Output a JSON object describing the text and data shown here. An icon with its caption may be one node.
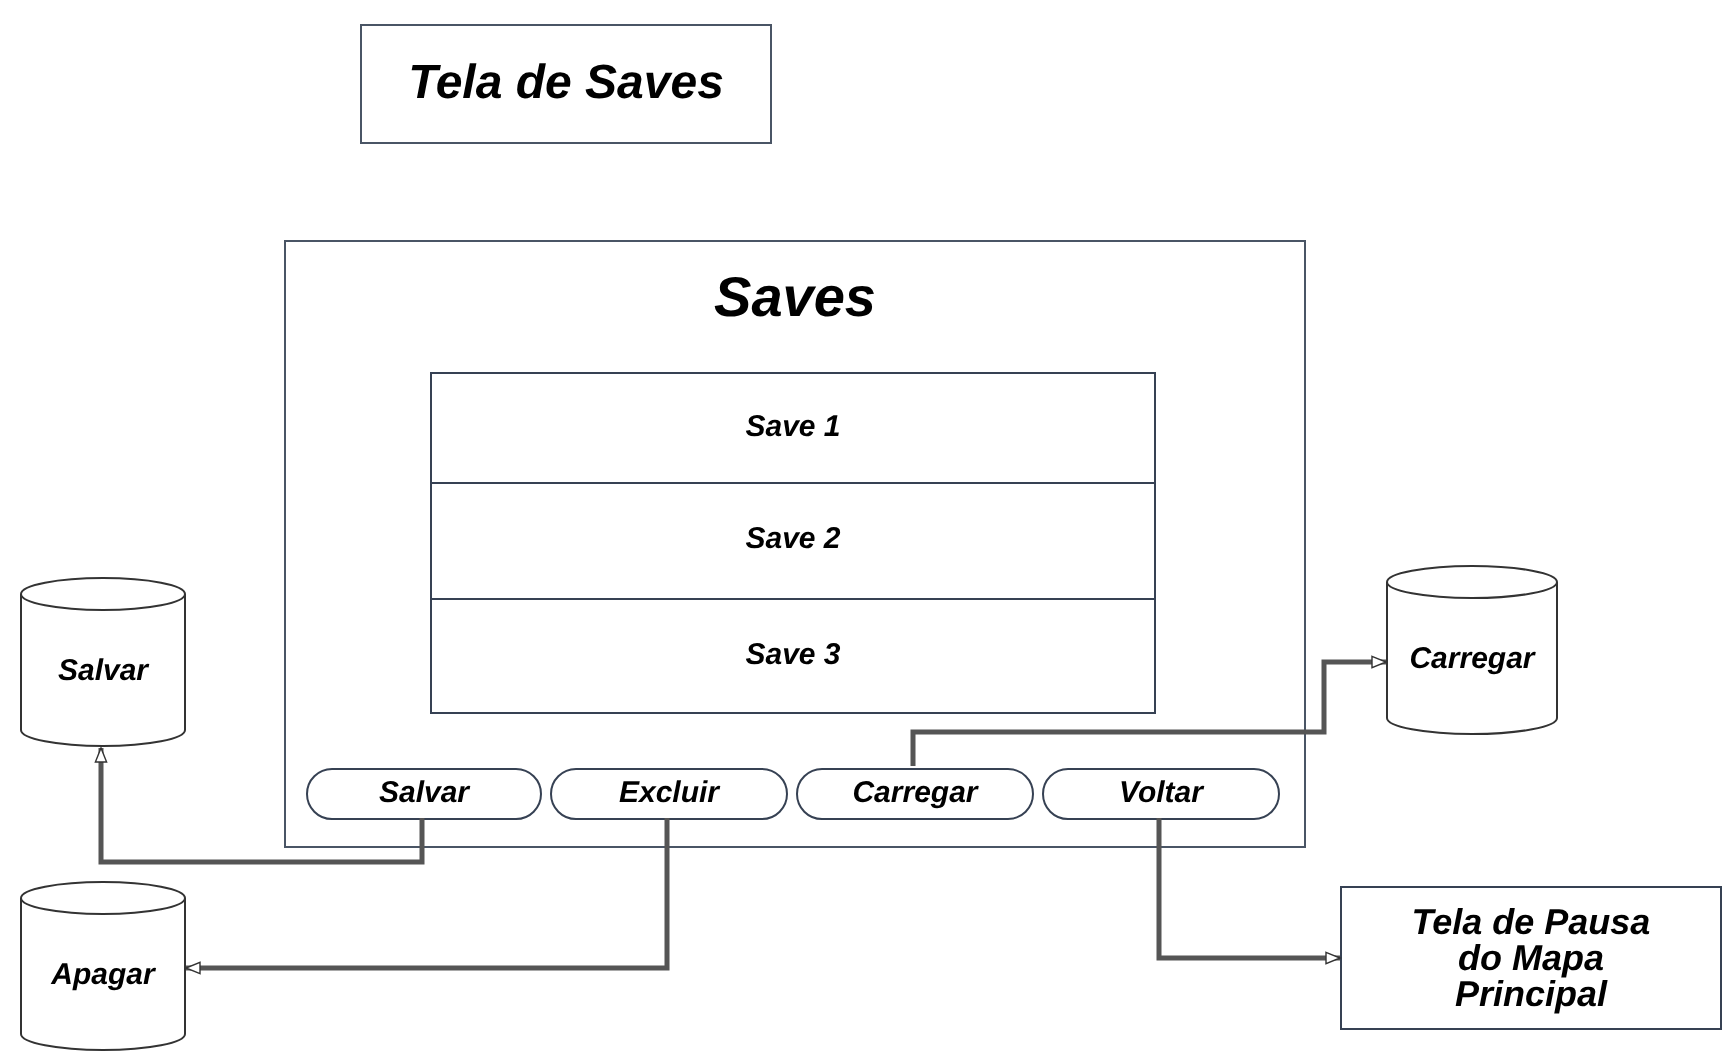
{
  "diagram": {
    "nodes": [
      {
        "text": [
          "Tela de Saves"
        ]
      },
      {
        "text": [
          "Saves"
        ]
      },
      {
        "text": [
          "Save 1"
        ],
        "in": 1
      },
      {
        "text": [
          "Save 2"
        ],
        "in": 1
      },
      {
        "text": [
          "Save 3"
        ],
        "in": 1
      },
      {
        "text": [
          "Salvar"
        ],
        "in": 1
      },
      {
        "text": [
          "Excluir"
        ],
        "in": 1
      },
      {
        "text": [
          "Carregar"
        ],
        "in": 1
      },
      {
        "text": [
          "Voltar"
        ],
        "in": 1
      },
      {
        "text": [
          "Salvar"
        ]
      },
      {
        "text": [
          "Carregar"
        ]
      },
      {
        "text": [
          "Apagar"
        ]
      },
      {
        "text": [
          "Tela de Pausa do Mapa Principal"
        ]
      }
    ],
    "edges": [
      {
        "from": 5,
        "to": 9,
        "arrow": "to"
      },
      {
        "from": 6,
        "to": 11,
        "arrow": "to"
      },
      {
        "from": 7,
        "to": 10,
        "arrow": "to"
      },
      {
        "from": 8,
        "to": 12,
        "arrow": "to"
      }
    ]
  }
}
